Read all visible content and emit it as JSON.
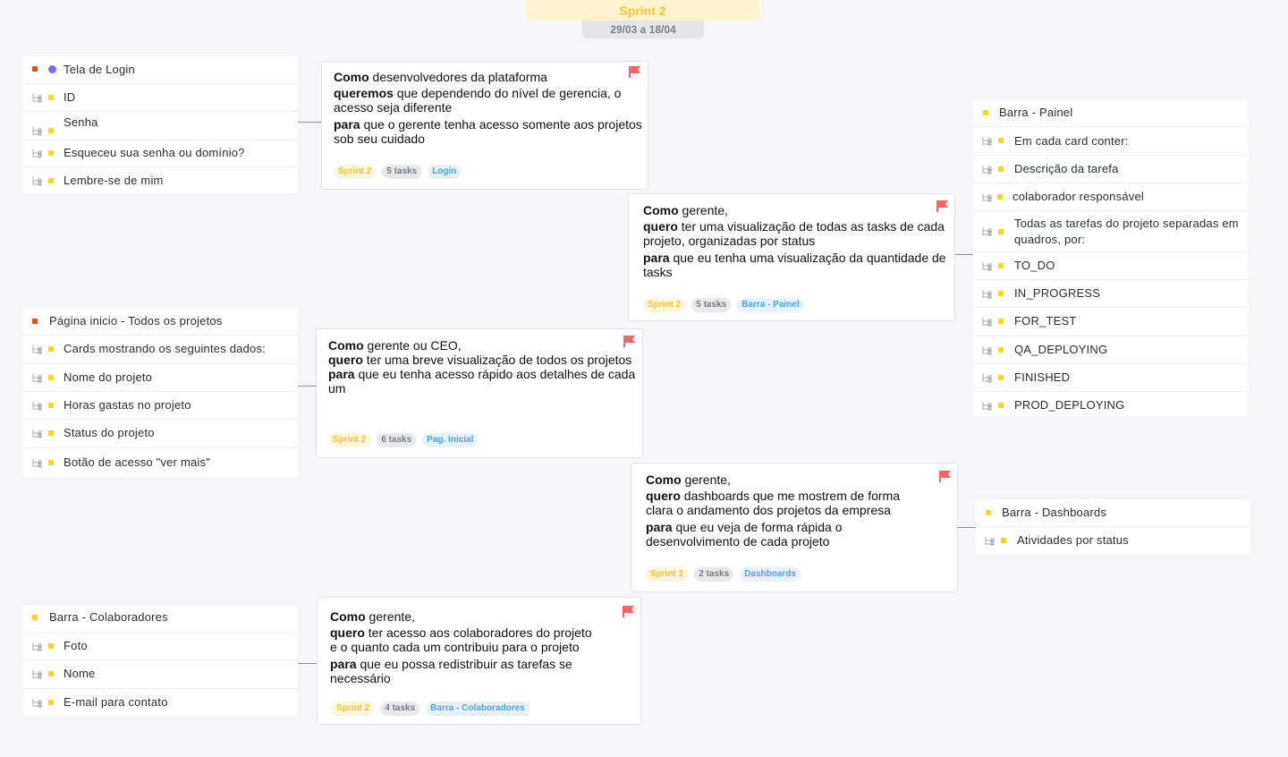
{
  "header": {
    "title": "Sprint 2",
    "date_range": "29/03 a 18/04"
  },
  "colors": {
    "red": "#f5471f",
    "yellow": "#f7d716",
    "purple": "#7b68ee",
    "flag": "#f56363"
  },
  "lists": {
    "login": {
      "title": "Tela de Login",
      "items": [
        "ID",
        "Senha",
        "Esqueceu sua senha ou domínio?",
        "Lembre-se de mim"
      ]
    },
    "home": {
      "title": "Página inicio - Todos os projetos",
      "items": [
        "Cards mostrando os seguintes dados:",
        "Nome do projeto",
        "Horas gastas no projeto",
        "Status do projeto",
        "Botão de acesso \"ver mais\""
      ]
    },
    "colab": {
      "title": "Barra - Colaboradores",
      "items": [
        "Foto",
        "Nome",
        "E-mail para contato"
      ]
    },
    "painel": {
      "title": "Barra - Painel",
      "items": [
        "Em cada card conter:",
        "Descrição da tarefa",
        "colaborador responsável",
        "Todas as tarefas do projeto separadas em",
        "quadros, por:",
        "TO_DO",
        "IN_PROGRESS",
        "FOR_TEST",
        "QA_DEPLOYING",
        "FINISHED",
        "PROD_DEPLOYING"
      ]
    },
    "dash": {
      "title": "Barra - Dashboards",
      "items": [
        "Atividades por status"
      ]
    }
  },
  "cards": {
    "login": {
      "l1b": "Como",
      "l1": " desenvolvedores da plataforma",
      "l2b": "queremos",
      "l2": " que dependendo do nível de gerencia, o",
      "l3": "acesso seja diferente",
      "l4b": "para",
      "l4": " que o gerente tenha acesso somente aos projetos",
      "l5": "sob seu cuidado",
      "sprint": "Sprint 2",
      "tasks": "5 tasks",
      "label": "Login"
    },
    "painel": {
      "l1b": "Como",
      "l1": " gerente,",
      "l2b": "quero",
      "l2": " ter uma visualização de todas as tasks de cada",
      "l3": "projeto, organizadas por status",
      "l4b": "para",
      "l4": " que eu tenha uma visualização da quantidade de",
      "l5": "tasks",
      "sprint": "Sprint 2",
      "tasks": "5 tasks",
      "label": "Barra - Painel"
    },
    "home": {
      "l1b": "Como",
      "l1": " gerente ou CEO,",
      "l2b": "quero",
      "l2": " ter uma breve visualização de todos os projetos",
      "l3b": "para",
      "l3": " que eu tenha acesso rápido aos detalhes de cada",
      "l4": "um",
      "sprint": "Sprint 2",
      "tasks": "6 tasks",
      "label": "Pag. Inicial"
    },
    "dash": {
      "l1b": "Como",
      "l1": " gerente,",
      "l2b": "quero",
      "l2": " dashboards que me mostrem de forma",
      "l3": "clara o andamento dos projetos da empresa",
      "l4b": "para",
      "l4": " que eu veja de forma rápida o",
      "l5": "desenvolvimento de cada projeto",
      "sprint": "Sprint 2",
      "tasks": "2 tasks",
      "label": "Dashboards"
    },
    "colab": {
      "l1b": "Como",
      "l1": " gerente,",
      "l2b": "quero",
      "l2": " ter acesso aos colaboradores do projeto",
      "l3": "e o quanto cada um contribuiu para o projeto",
      "l4b": "para",
      "l4": " que eu possa redistribuir as tarefas se",
      "l5": "necessário",
      "sprint": "Sprint 2",
      "tasks": "4 tasks",
      "label": "Barra - Colaboradores"
    }
  }
}
